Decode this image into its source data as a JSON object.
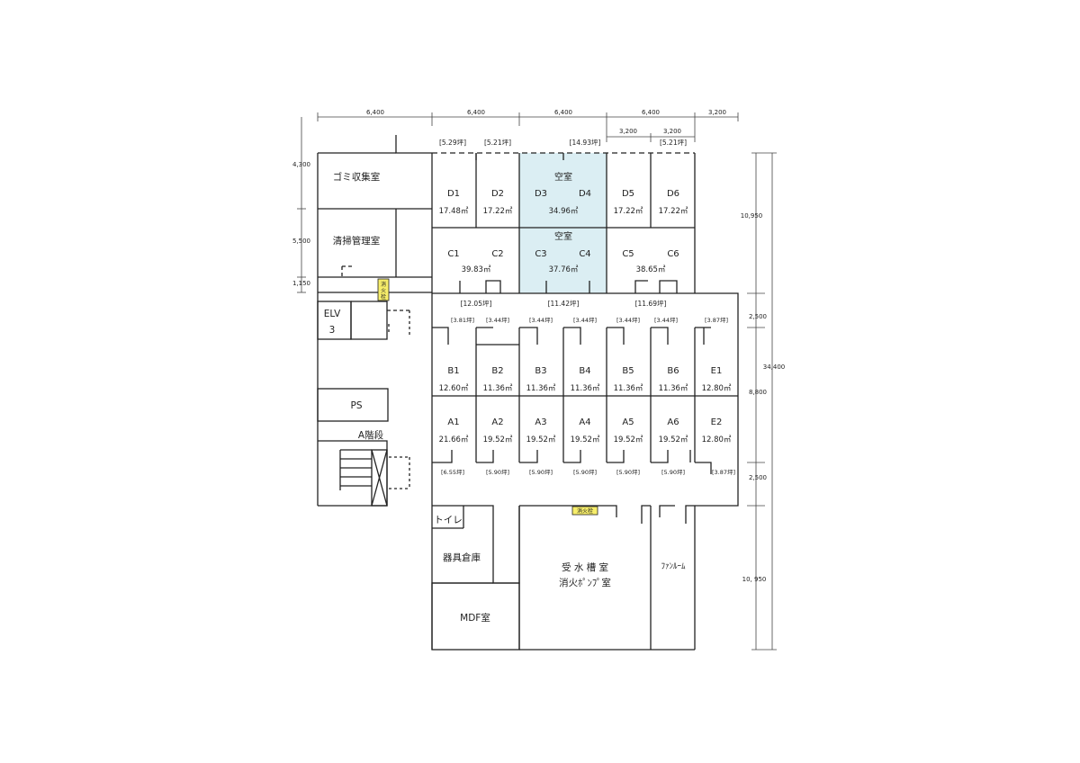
{
  "dims": {
    "top": [
      "6,400",
      "6,400",
      "6,400",
      "6,400",
      "3,200"
    ],
    "top_sub": [
      "3,200",
      "3,200"
    ],
    "left": [
      "4,300",
      "5,500",
      "1,150"
    ],
    "right_inner": [
      "10,950",
      "2,500",
      "8,800",
      "2,500",
      "10,950"
    ],
    "right_total": "34,400",
    "right_bottom": "10, 950"
  },
  "tsubo": {
    "d_row": [
      "[5.29坪]",
      "[5.21坪]",
      "[14.93坪]",
      "[5.21坪]"
    ],
    "c_row": [
      "[12.05坪]",
      "[11.42坪]",
      "[11.69坪]"
    ],
    "b_row": [
      "[3.81坪]",
      "[3.44坪]",
      "[3.44坪]",
      "[3.44坪]",
      "[3.44坪]",
      "[3.44坪]",
      "[3.87坪]"
    ],
    "a_row": [
      "[6.55坪]",
      "[5.90坪]",
      "[5.90坪]",
      "[5.90坪]",
      "[5.90坪]",
      "[5.90坪]",
      "[3.87坪]"
    ]
  },
  "rooms": {
    "garbage": "ゴミ収集室",
    "cleaning": "清掃管理室",
    "elv": "ELV",
    "elv_num": "3",
    "ps": "PS",
    "stairs": "A階段",
    "toilet": "トイレ",
    "storage": "器具倉庫",
    "mdf": "MDF室",
    "water_tank_1": "受 水 槽 室",
    "water_tank_2": "消火ﾎﾟﾝﾌﾟ室",
    "fan": "ﾌｧﾝﾙｰﾑ",
    "hydrant_1": "消",
    "hydrant_2": "火",
    "hydrant_3": "栓",
    "hydrant_bottom": "消火栓"
  },
  "vacant_label": "空室",
  "d_units": [
    {
      "id": "D1",
      "area": "17.48㎡"
    },
    {
      "id": "D2",
      "area": "17.22㎡"
    },
    {
      "id": "D3",
      "area": ""
    },
    {
      "id": "D4",
      "area": ""
    },
    {
      "id": "D5",
      "area": "17.22㎡"
    },
    {
      "id": "D6",
      "area": "17.22㎡"
    }
  ],
  "d34_area": "34.96㎡",
  "c_units": [
    {
      "id": "C1"
    },
    {
      "id": "C2"
    },
    {
      "id": "C3"
    },
    {
      "id": "C4"
    },
    {
      "id": "C5"
    },
    {
      "id": "C6"
    }
  ],
  "c_areas": [
    "39.83㎡",
    "37.76㎡",
    "38.65㎡"
  ],
  "b_units": [
    {
      "id": "B1",
      "area": "12.60㎡"
    },
    {
      "id": "B2",
      "area": "11.36㎡"
    },
    {
      "id": "B3",
      "area": "11.36㎡"
    },
    {
      "id": "B4",
      "area": "11.36㎡"
    },
    {
      "id": "B5",
      "area": "11.36㎡"
    },
    {
      "id": "B6",
      "area": "11.36㎡"
    },
    {
      "id": "E1",
      "area": "12.80㎡"
    }
  ],
  "a_units": [
    {
      "id": "A1",
      "area": "21.66㎡"
    },
    {
      "id": "A2",
      "area": "19.52㎡"
    },
    {
      "id": "A3",
      "area": "19.52㎡"
    },
    {
      "id": "A4",
      "area": "19.52㎡"
    },
    {
      "id": "A5",
      "area": "19.52㎡"
    },
    {
      "id": "A6",
      "area": "19.52㎡"
    },
    {
      "id": "E2",
      "area": "12.80㎡"
    }
  ],
  "colors": {
    "vacant": "#dbeef3",
    "hydrant": "#f7ee6a",
    "line": "#222222"
  }
}
